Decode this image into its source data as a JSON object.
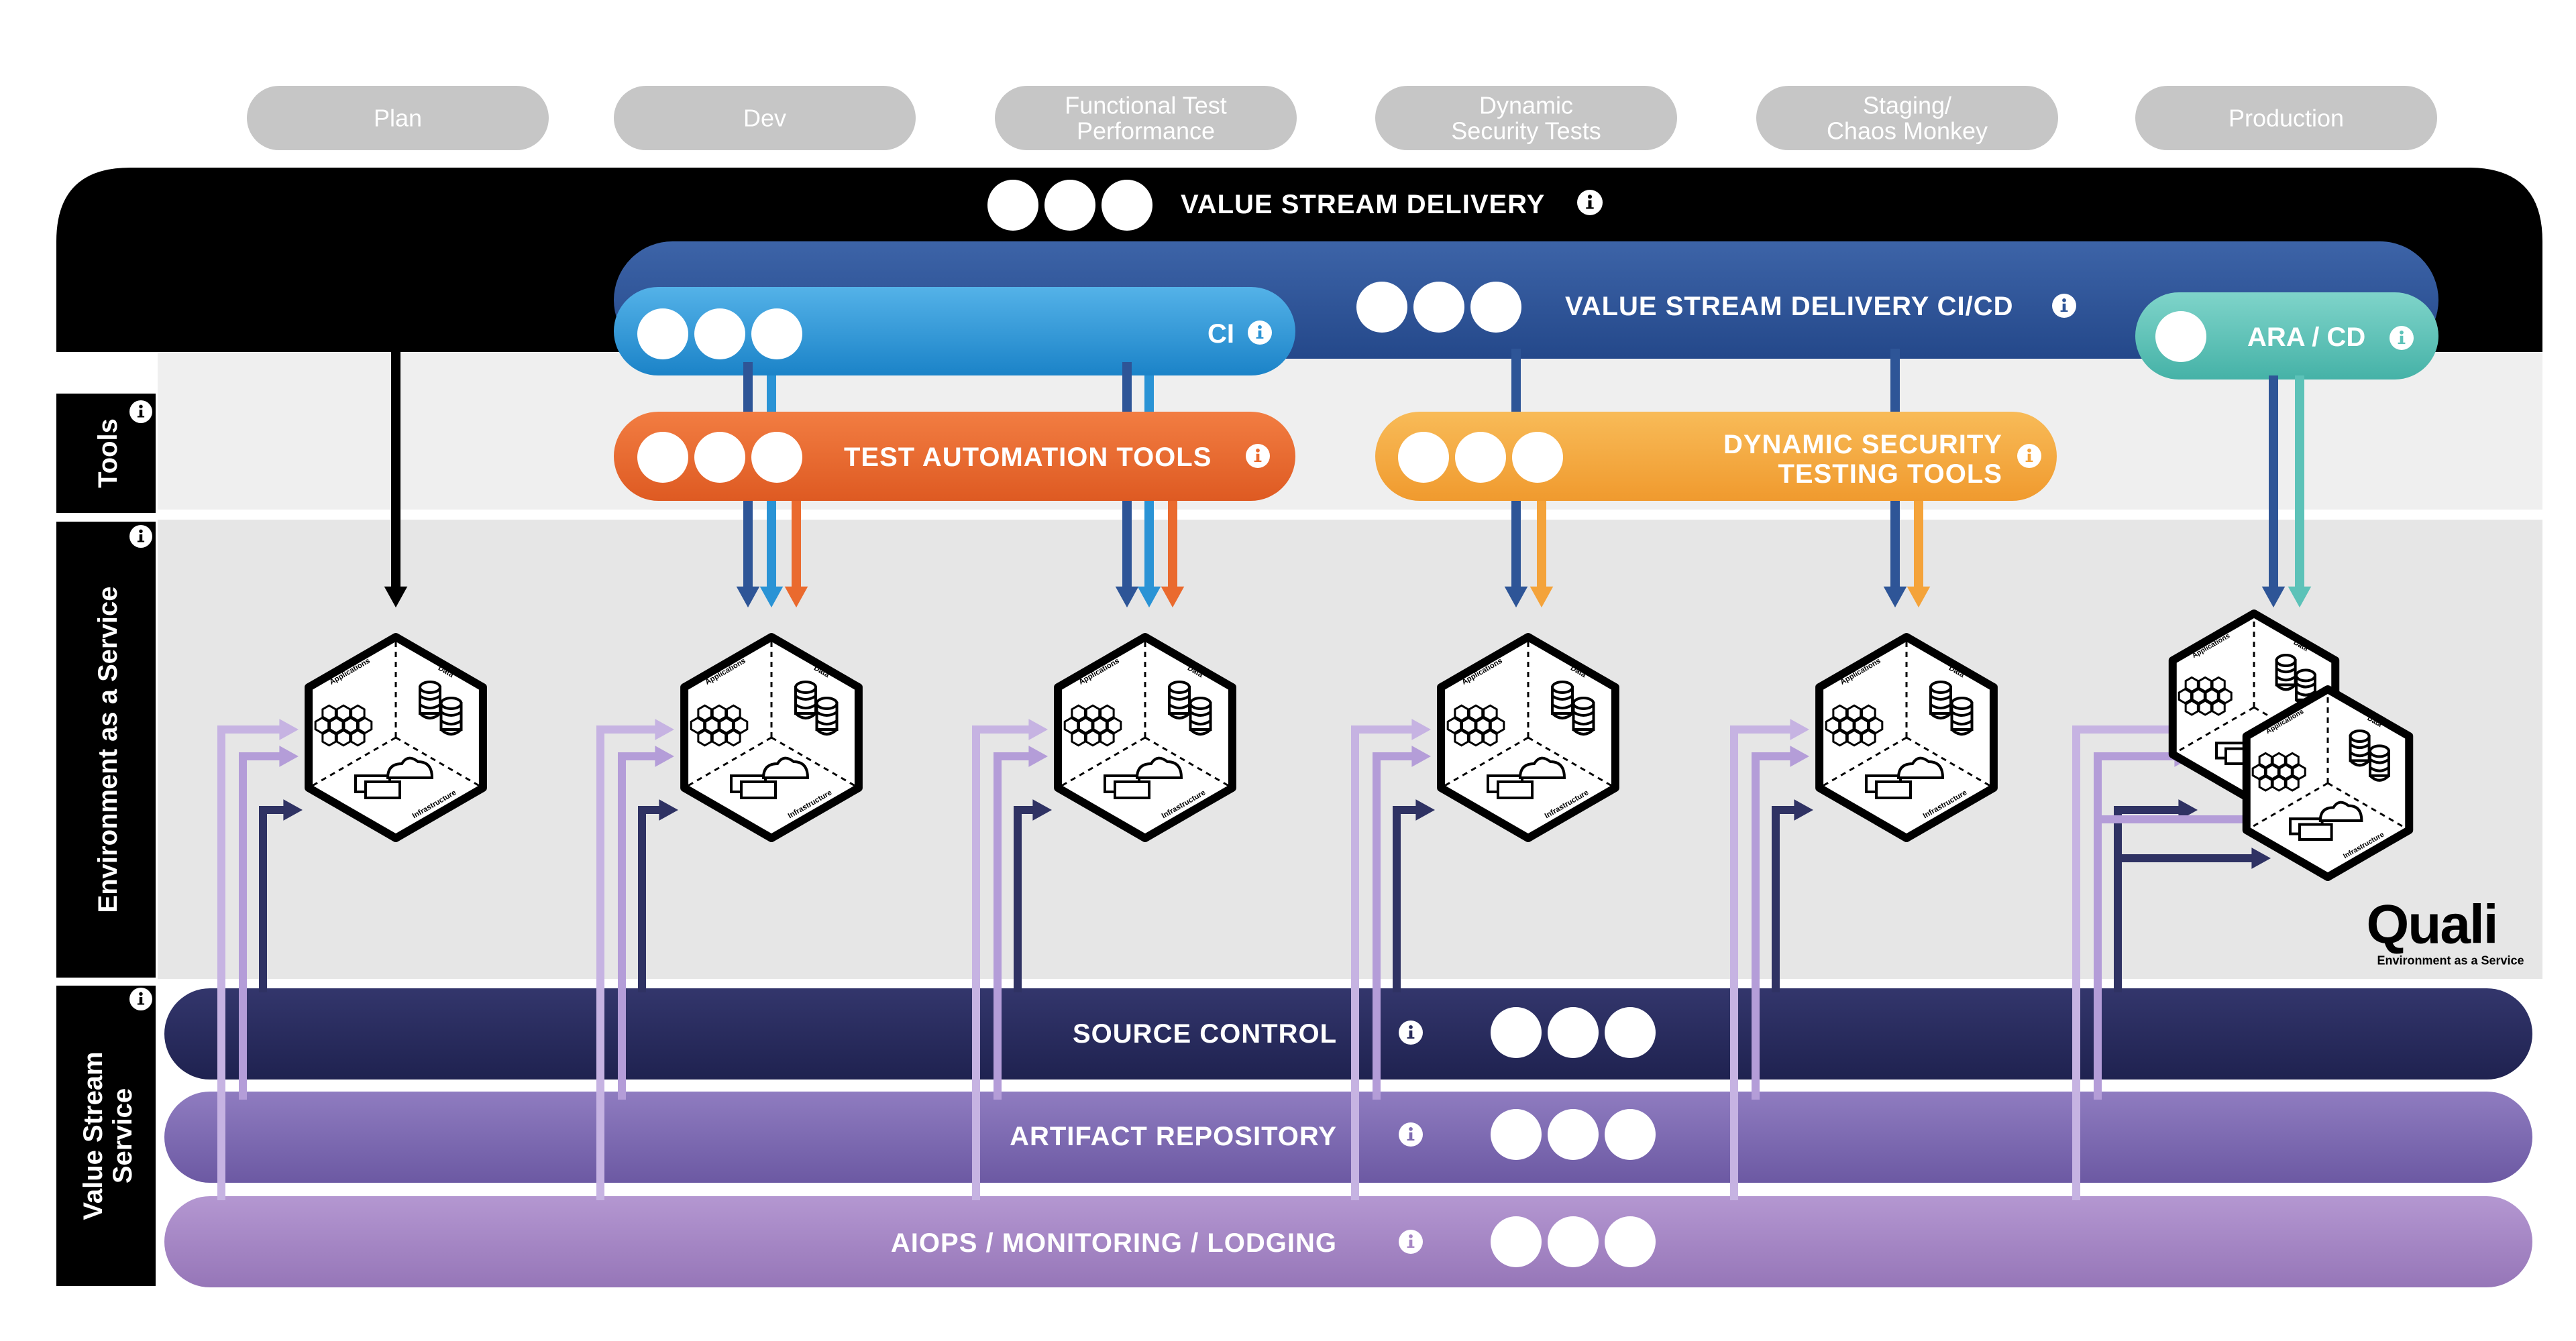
{
  "stages": [
    "Plan",
    "Dev",
    "Functional Test\nPerformance",
    "Dynamic\nSecurity Tests",
    "Staging/\nChaos Monkey",
    "Production"
  ],
  "side_labels": {
    "tools": "Tools",
    "eaas": "Environment as a Service",
    "vss": "Value Stream\nService"
  },
  "bars": {
    "vsd": "VALUE STREAM DELIVERY",
    "vsd_cicd": "VALUE STREAM DELIVERY CI/CD",
    "ci": "CI",
    "ara_cd": "ARA / CD",
    "test_automation": "TEST AUTOMATION TOOLS",
    "dynamic_security": "DYNAMIC SECURITY\nTESTING TOOLS",
    "source_control": "SOURCE CONTROL",
    "artifact_repository": "ARTIFACT REPOSITORY",
    "aiops": "AIOPS / MONITORING / LODGING"
  },
  "hex_labels": {
    "applications": "Applications",
    "data": "Data",
    "infrastructure": "Infrastructure"
  },
  "logo": {
    "name": "Quali",
    "tagline": "Environment as a Service"
  },
  "icons": {
    "info": "info-icon",
    "placeholder": "tool-placeholder-circle"
  },
  "colors": {
    "black": "#000000",
    "cicd_blue": "#2e5597",
    "ci_blue": "#2a93d5",
    "ara_teal": "#5cc2b8",
    "test_orange": "#ea6a2e",
    "security_orange": "#f4a33a",
    "source_control": "#272a5a",
    "artifact": "#7d6ab0",
    "aiops": "#a686c4",
    "tools_bg": "#efefef",
    "eaas_bg": "#e6e6e6",
    "stage_pill": "#c6c6c6"
  }
}
